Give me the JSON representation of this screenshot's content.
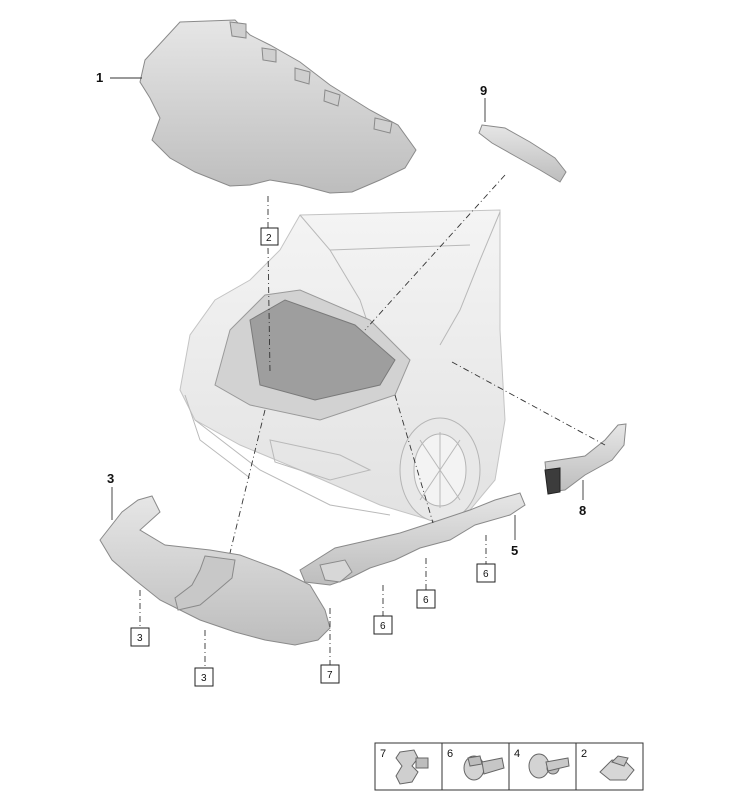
{
  "callouts": {
    "hood_insulation": "1",
    "seal_front_right": "9",
    "seal_front_left": "3",
    "cover_side": "5",
    "bracket": "8"
  },
  "boxed_labels": {
    "hood_box": "2",
    "front_cover_box": "3",
    "front_cover_bottom_box": "3",
    "clip_box_bottom": "7",
    "side_cover_box_a": "6",
    "side_cover_box_b": "6",
    "side_cover_box_c": "6"
  },
  "legend": [
    {
      "number": "7",
      "icon": "plastic-clip-icon"
    },
    {
      "number": "6",
      "icon": "expansion-rivet-icon"
    },
    {
      "number": "4",
      "icon": "screw-washer-icon"
    },
    {
      "number": "2",
      "icon": "spring-clip-icon"
    }
  ]
}
